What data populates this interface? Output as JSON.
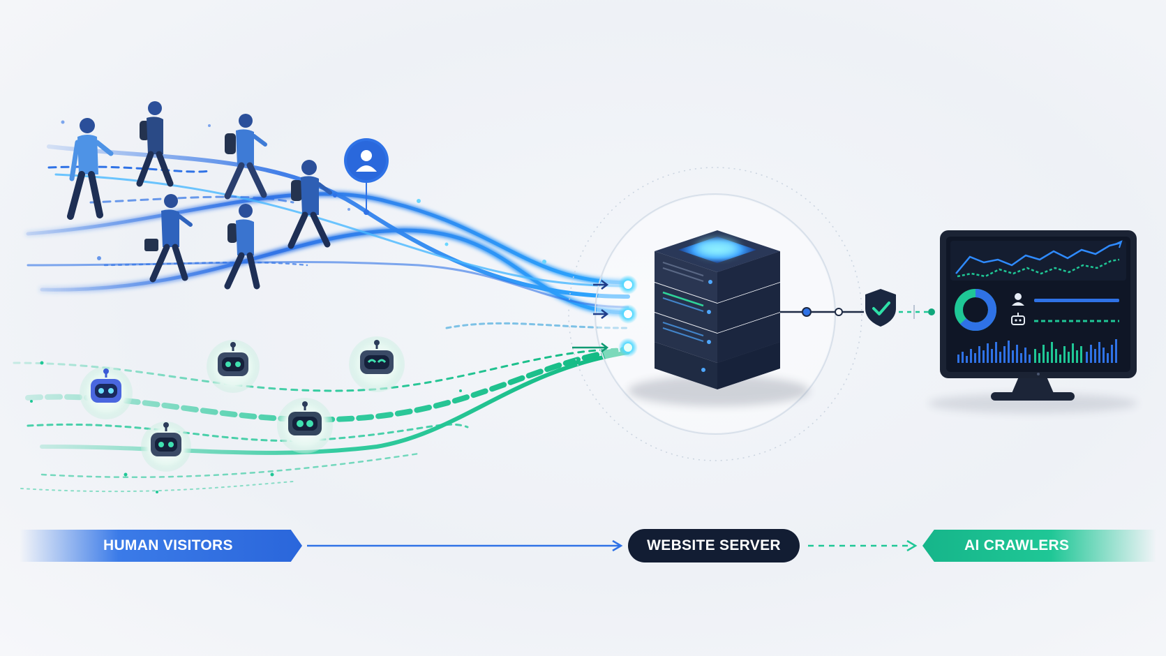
{
  "labels": {
    "human_visitors": "HUMAN VISITORS",
    "website_server": "WEBSITE SERVER",
    "ai_crawlers": "AI CRAWLERS"
  },
  "colors": {
    "human_blue": "#2f72e6",
    "crawler_green": "#1fc796",
    "server_dark": "#121d33",
    "glow_cyan": "#4fd8ff"
  },
  "icons": {
    "visitor_marker": "user-icon",
    "security": "shield-check-icon",
    "dashboard_user": "user-icon",
    "dashboard_bot": "robot-icon"
  }
}
